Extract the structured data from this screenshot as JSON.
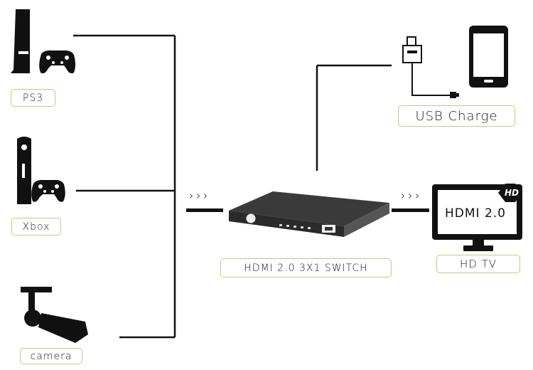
{
  "devices": {
    "ps3": {
      "label": "PS3",
      "icon": "ps3-console-with-controller-icon"
    },
    "xbox": {
      "label": "Xbox",
      "icon": "xbox-console-with-controller-icon"
    },
    "camera": {
      "label": "camera",
      "icon": "security-camera-icon"
    }
  },
  "switch": {
    "label": "HDMI 2.0 3X1 SWITCH",
    "icon": "hdmi-switch-box-icon"
  },
  "usb": {
    "label": "USB Charge",
    "icon": "usb-cable-and-phone-icon"
  },
  "tv": {
    "label": "HD TV",
    "screen_text": "HDMI 2.0",
    "badge": "HD",
    "icon": "hd-tv-icon"
  },
  "signal_arrows": "›››",
  "colors": {
    "line": "#111111",
    "label_border": "#c4c98a",
    "switch_body": "#2e2e2e"
  }
}
